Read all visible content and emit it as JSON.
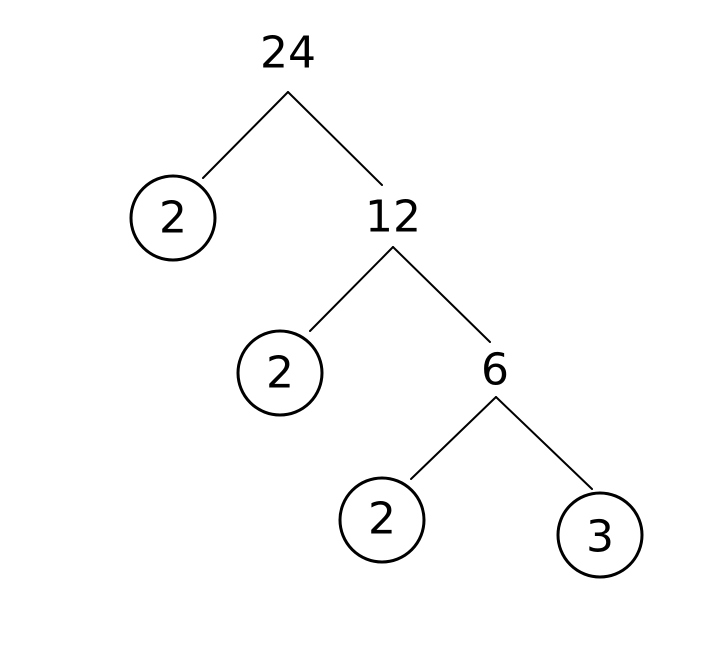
{
  "tree": {
    "root": {
      "value": "24"
    },
    "level1": {
      "prime": {
        "value": "2"
      },
      "composite": {
        "value": "12"
      }
    },
    "level2": {
      "prime": {
        "value": "2"
      },
      "composite": {
        "value": "6"
      }
    },
    "level3": {
      "prime_left": {
        "value": "2"
      },
      "prime_right": {
        "value": "3"
      }
    }
  },
  "colors": {
    "line": "#000000",
    "background": "#ffffff"
  }
}
